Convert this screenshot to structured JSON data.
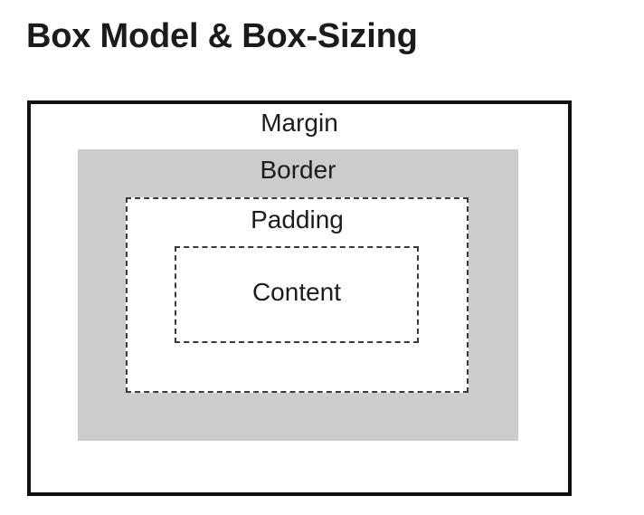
{
  "page": {
    "title": "Box Model & Box-Sizing",
    "background_color": "#ffffff",
    "title_color": "#1b1b1b"
  },
  "diagram": {
    "type": "nested-box-model",
    "layers": [
      {
        "id": "margin",
        "label": "Margin",
        "fill": "#ffffff",
        "stroke": "#111111",
        "stroke_style": "solid",
        "stroke_width": "4px"
      },
      {
        "id": "border",
        "label": "Border",
        "fill": "#cccccc",
        "stroke": "none",
        "stroke_style": "none",
        "stroke_width": "0px"
      },
      {
        "id": "padding",
        "label": "Padding",
        "fill": "#ffffff",
        "stroke": "#3a3a3a",
        "stroke_style": "dashed",
        "stroke_width": "2px"
      },
      {
        "id": "content",
        "label": "Content",
        "fill": "#ffffff",
        "stroke": "#3a3a3a",
        "stroke_style": "dashed",
        "stroke_width": "2px"
      }
    ]
  }
}
